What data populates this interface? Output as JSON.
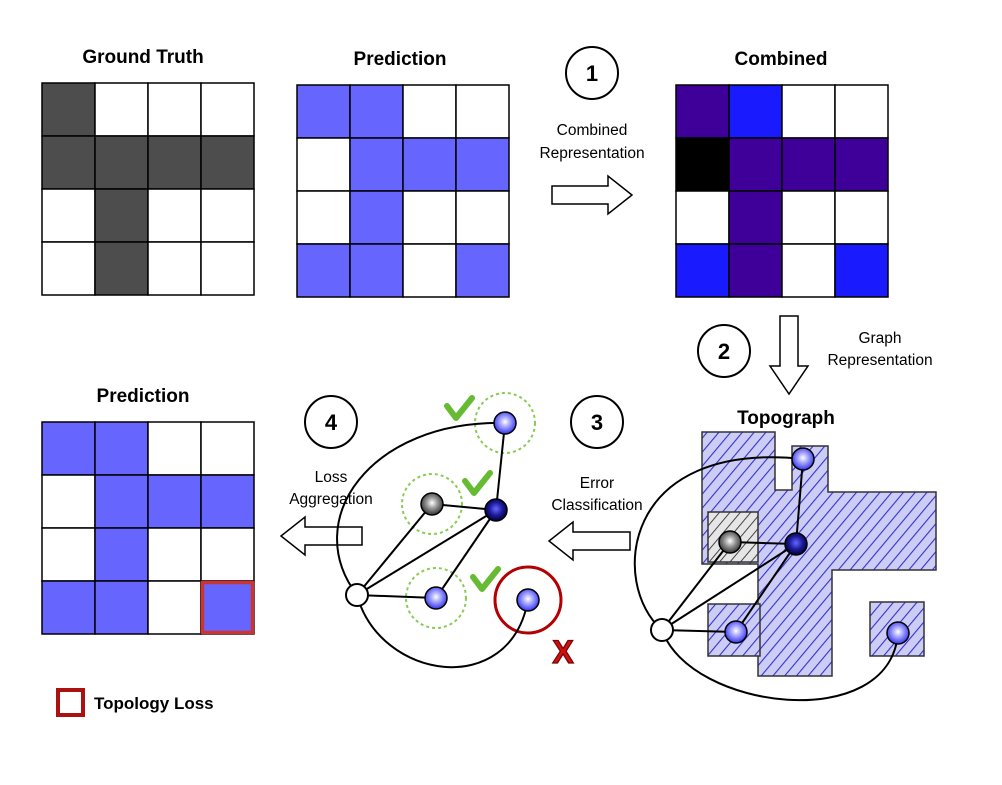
{
  "titles": {
    "ground_truth": "Ground Truth",
    "prediction_top": "Prediction",
    "combined": "Combined",
    "topograph": "Topograph",
    "prediction_bottom": "Prediction"
  },
  "steps": {
    "s1": {
      "number": "1",
      "line1": "Combined",
      "line2": "Representation"
    },
    "s2": {
      "number": "2",
      "line1": "Graph",
      "line2": "Representation"
    },
    "s3": {
      "number": "3",
      "line1": "Error",
      "line2": "Classification"
    },
    "s4": {
      "number": "4",
      "line1": "Loss",
      "line2": "Aggregation"
    }
  },
  "legend": {
    "label": "Topology Loss"
  },
  "marks": {
    "wrong": "X"
  },
  "colors": {
    "ground_truth_fill": "#4d4d4d",
    "prediction_fill": "#6666ff",
    "combined_true_positive": "#3f0099",
    "combined_false_positive": "#1a1aff",
    "combined_false_negative": "#000000",
    "loss_highlight": "#cc3333",
    "check_mark": "#66bb33",
    "error_ring": "#b30000"
  },
  "grids": {
    "ground_truth": [
      [
        1,
        0,
        0,
        0
      ],
      [
        1,
        1,
        1,
        1
      ],
      [
        0,
        1,
        0,
        0
      ],
      [
        0,
        1,
        0,
        0
      ]
    ],
    "prediction": [
      [
        1,
        1,
        0,
        0
      ],
      [
        0,
        1,
        1,
        1
      ],
      [
        0,
        1,
        0,
        0
      ],
      [
        1,
        1,
        0,
        1
      ]
    ],
    "combined": [
      [
        "TP",
        "FP",
        "W",
        "W"
      ],
      [
        "FN",
        "TP",
        "TP",
        "TP"
      ],
      [
        "W",
        "TP",
        "W",
        "W"
      ],
      [
        "FP",
        "TP",
        "W",
        "FP"
      ]
    ],
    "prediction_loss": [
      [
        1,
        1,
        0,
        0
      ],
      [
        0,
        1,
        1,
        1
      ],
      [
        0,
        1,
        0,
        0
      ],
      [
        1,
        1,
        0,
        2
      ]
    ]
  }
}
